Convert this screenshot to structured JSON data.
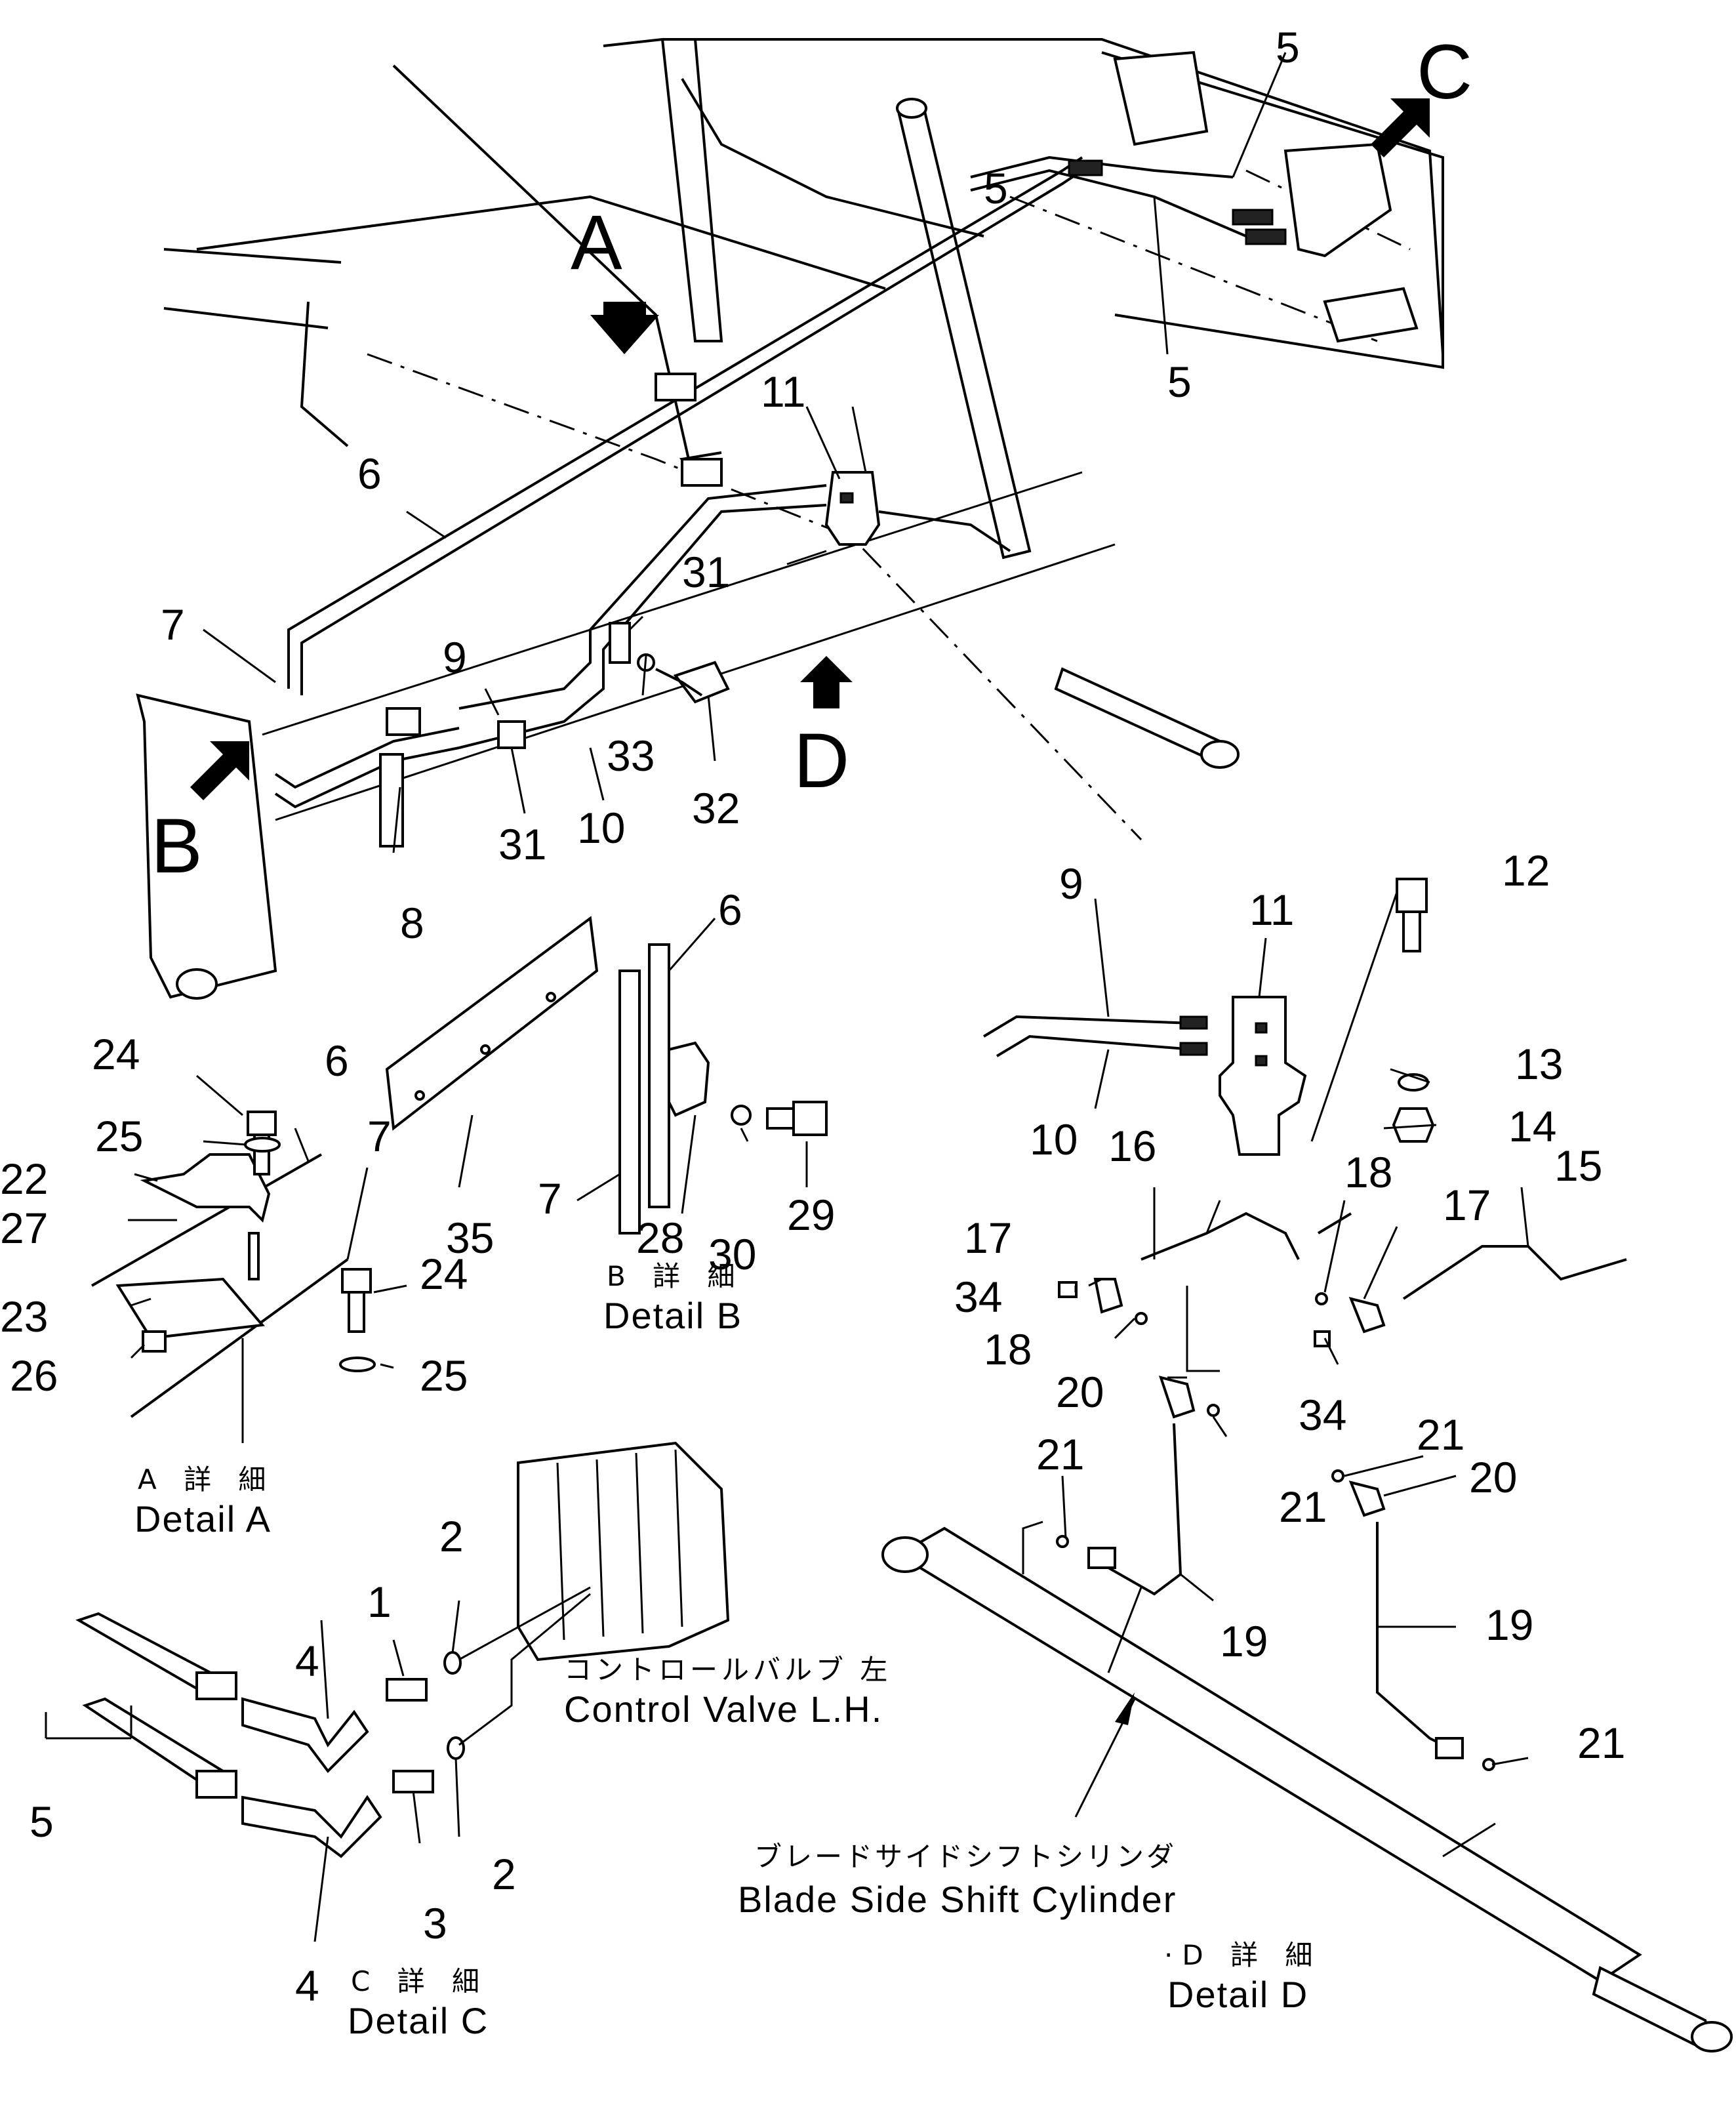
{
  "view_letters": {
    "a": "A",
    "b": "B",
    "c": "C",
    "d": "D"
  },
  "main_callouts": {
    "n5_top": "5",
    "n5_mid": "5",
    "n5_bot": "5",
    "n6": "6",
    "n7": "7",
    "n8": "8",
    "n9": "9",
    "n10": "10",
    "n11": "11",
    "n31_a": "31",
    "n31_b": "31",
    "n32": "32",
    "n33": "33"
  },
  "detail_a": {
    "callouts": {
      "n6": "6",
      "n7": "7",
      "n22": "22",
      "n23": "23",
      "n24_top": "24",
      "n24_bot": "24",
      "n25_top": "25",
      "n25_bot": "25",
      "n26": "26",
      "n27": "27"
    },
    "caption_jp": "A 詳 細",
    "caption_en": "Detail A"
  },
  "detail_b": {
    "callouts": {
      "n6": "6",
      "n7": "7",
      "n28": "28",
      "n29": "29",
      "n30": "30",
      "n35": "35"
    },
    "caption_jp": "B 詳 細",
    "caption_en": "Detail B"
  },
  "detail_c": {
    "callouts": {
      "n1": "1",
      "n2_top": "2",
      "n2_bot": "2",
      "n3": "3",
      "n4_top": "4",
      "n4_bot": "4",
      "n5": "5"
    },
    "valve_label_jp": "コントロールバルブ 左",
    "valve_label_en": "Control Valve L.H.",
    "caption_jp": "C 詳 細",
    "caption_en": "Detail C"
  },
  "detail_d": {
    "callouts": {
      "n9": "9",
      "n10": "10",
      "n11": "11",
      "n12": "12",
      "n13": "13",
      "n14": "14",
      "n15": "15",
      "n16": "16",
      "n17_a": "17",
      "n17_b": "17",
      "n18_a": "18",
      "n18_b": "18",
      "n19_a": "19",
      "n19_b": "19",
      "n20_a": "20",
      "n20_b": "20",
      "n21_a": "21",
      "n21_b": "21",
      "n21_c": "21",
      "n21_d": "21",
      "n34_a": "34",
      "n34_b": "34"
    },
    "cylinder_label_jp": "ブレードサイドシフトシリンダ",
    "cylinder_label_en": "Blade Side Shift Cylinder",
    "caption_jp": "·D 詳 細",
    "caption_en": "Detail D"
  }
}
